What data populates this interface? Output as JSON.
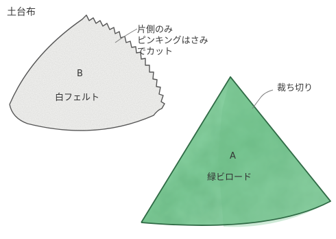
{
  "title": "土台布",
  "piece_b": {
    "letter": "B",
    "material": "白フェルト",
    "note_lines": [
      "片側のみ",
      "ピンキングはさみ",
      "でカット"
    ],
    "fill_color": "#f6f6f4",
    "edge_color": "#555555"
  },
  "piece_a": {
    "letter": "A",
    "material": "緑ビロード",
    "note": "裁ち切り",
    "fill_color": "#8fd3a6",
    "edge_color": "#2f6a45"
  }
}
